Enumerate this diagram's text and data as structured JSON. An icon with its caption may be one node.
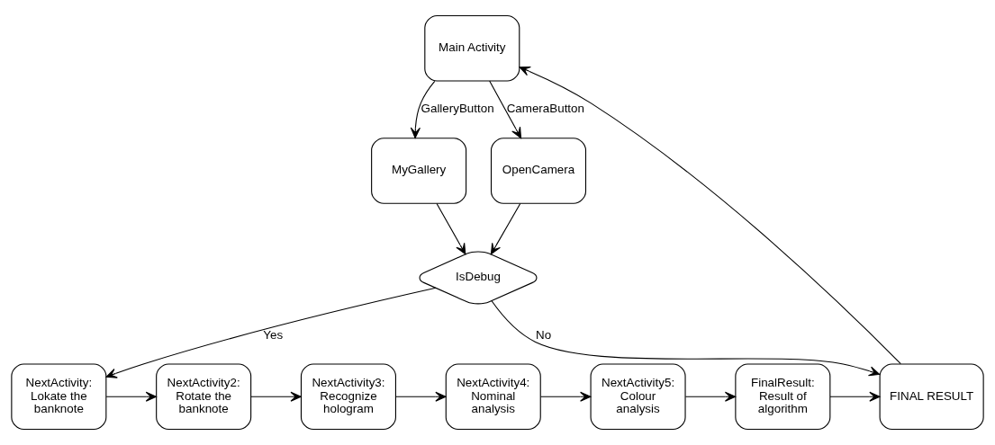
{
  "diagram": {
    "nodes": [
      {
        "text": [
          "Main Activity"
        ]
      },
      {
        "text": [
          "MyGallery"
        ]
      },
      {
        "text": [
          "OpenCamera"
        ]
      },
      {
        "text": [
          "IsDebug"
        ]
      },
      {
        "text": [
          "NextActivity: Lokate the banknote"
        ]
      },
      {
        "text": [
          "NextActivity2: Rotate the banknote"
        ]
      },
      {
        "text": [
          "NextActivity3: Recognize hologram"
        ]
      },
      {
        "text": [
          "NextActivity4: Nominal analysis"
        ]
      },
      {
        "text": [
          "NextActivity5: Colour analysis"
        ]
      },
      {
        "text": [
          "FinalResult: Result of algorithm"
        ]
      },
      {
        "text": [
          "FINAL RESULT"
        ]
      }
    ],
    "edges": [
      {
        "from": 0,
        "to": 1,
        "arrow": "to",
        "label": "GalleryButton"
      },
      {
        "from": 0,
        "to": 2,
        "arrow": "to",
        "label": "CameraButton"
      },
      {
        "from": 1,
        "to": 3,
        "arrow": "to"
      },
      {
        "from": 2,
        "to": 3,
        "arrow": "to"
      },
      {
        "from": 3,
        "to": 4,
        "arrow": "to",
        "label": "Yes"
      },
      {
        "from": 3,
        "to": 10,
        "arrow": "to",
        "label": "No"
      },
      {
        "from": 4,
        "to": 5,
        "arrow": "to"
      },
      {
        "from": 5,
        "to": 6,
        "arrow": "to"
      },
      {
        "from": 6,
        "to": 7,
        "arrow": "to"
      },
      {
        "from": 7,
        "to": 8,
        "arrow": "to"
      },
      {
        "from": 8,
        "to": 9,
        "arrow": "to"
      },
      {
        "from": 9,
        "to": 10,
        "arrow": "to"
      },
      {
        "from": 10,
        "to": 0,
        "arrow": "to"
      }
    ]
  }
}
